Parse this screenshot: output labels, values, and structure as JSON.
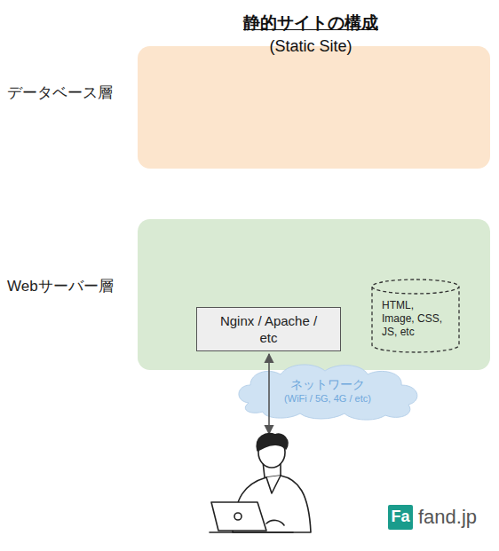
{
  "diagram": {
    "title": "静的サイトの構成",
    "nodes": [
      {
        "text": [
          "データベース層"
        ]
      },
      {
        "text": [
          "Webサーバー層"
        ]
      },
      {
        "text": [
          "Nginx / Apache / etc"
        ],
        "in": 1
      },
      {
        "text": [
          "HTML, Image, CSS, JS, etc"
        ],
        "in": 1
      },
      {
        "text": [
          "ネットワーク",
          "(WiFi / 5G, 4G / etc)"
        ]
      }
    ],
    "labels": [
      "(Static Site)",
      "Fa",
      "fand.jp"
    ]
  }
}
